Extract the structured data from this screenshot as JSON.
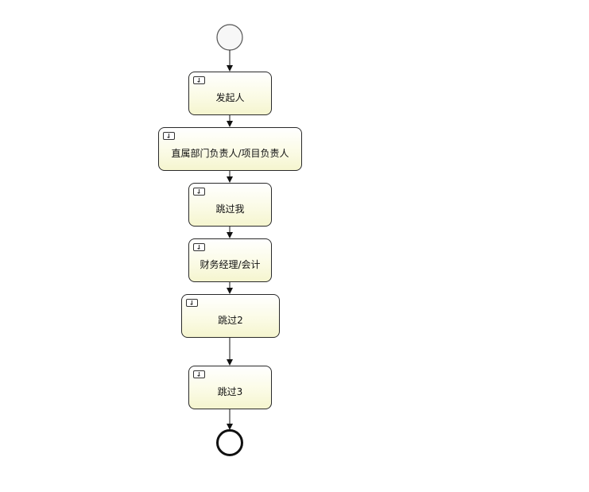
{
  "process": {
    "tasks": [
      {
        "label": "发起人"
      },
      {
        "label": "直属部门负责人/项目负责人"
      },
      {
        "label": "跳过我"
      },
      {
        "label": "财务经理/会计"
      },
      {
        "label": "跳过2"
      },
      {
        "label": "跳过3"
      }
    ],
    "task_icon": "user-task-icon",
    "start_event_icon": "start-event-circle",
    "end_event_icon": "end-event-circle",
    "colors": {
      "stroke": "#111111",
      "task_fill_top": "#ffffff",
      "task_fill_bottom": "#f5f5cf",
      "start_fill": "#f7f7f7"
    }
  }
}
